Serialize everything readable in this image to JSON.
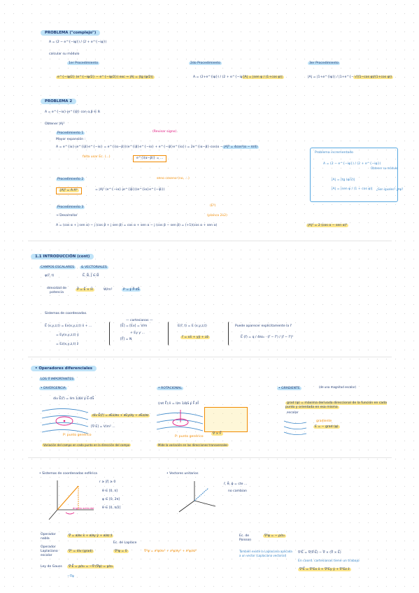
{
  "sec1": {
    "title": "PROBLEMA (\"complejo\")",
    "eq_a": "A = (2 − e^{−iφ}) / (2 + e^{−iφ})",
    "calc": "calcular su módulo",
    "p1_label": "1er Procedimiento",
    "p1_expr": "e^{−iφ/2} (e^{−iφ/2} − e^{−iφ/2}) exc  →  |A| = |tg (φ/2)|",
    "p2_label": "2do Procedimiento",
    "p2_expr": "A = (2+e^{iφ}) / (2 + e^{−iφ}) · ...",
    "p2_res": "|A| = |sen φ / (1+cos φ)|",
    "p3_label": "3er Procedimiento",
    "p3_expr": "|A| = |1+e^{iφ}| / |1+e^{−iφ}| · ...",
    "p3_res": "√((1−cos φ)/(1+cos φ))"
  },
  "sec2": {
    "title": "PROBLEMA 2",
    "eq_a": "A = e^{−iα}·je^{iβ}  con α,β ∈ ℝ",
    "obtain": "Obtener |A|²",
    "proc1": "Procedimiento 1",
    "proc1_sub": "Mayor expansión :",
    "proc1_expr": "A = e^{iα}·je^{iβ}e^{−iα} = e^{i(α−β)}(e^{iβ}e^{−iα} + e^{−iβ}e^{iα}) = 2e^{iα−β}·cos(α − π/4)",
    "proc1_res": "|A|² = 4cos²(α − π/4)",
    "note_signo": "(Revisar signo)",
    "note_quitar": "falta usar Ec. (...)",
    "proc1_box": "e^{i(α−β)} = ...",
    "proc2": "Procedimiento 2",
    "proc2_expr": "|A|² = A·A*",
    "proc2_rest": "= |A|² (e^{−iα}·je^{iβ})(e^{iα}e^{−iβ})",
    "proc2_note": "seno coseno (no, ...)",
    "proc3": "Procedimiento 3",
    "proc3_sub": "→ Desarrollar",
    "proc3_note": "(E²)",
    "proc3_note2": "(planca 2x2)",
    "proc3_expr": "A = (cos α + j sen α) − j (cos β + j sen β) = cos α + sen α − j (cos β − sen β) = (+1)(cos α + sen α)",
    "proc3_res": "|A|² = 2 (cos α − sen α)²"
  },
  "side": {
    "title": "Problema incrementado",
    "eq": "A = (2 − e^{−iφ}) / (2 + e^{−iφ})",
    "obtain": "Obtener su módulo",
    "r1": "|A| = |tg (φ/2)|",
    "r2": "|A| = |sen φ / (1 + cos φ)|",
    "r2_note": "¿Son iguales? ¿∀φ?"
  },
  "sec3": {
    "title": "1.1 INTRODUCCIÓN (cont)",
    "campos": "CAMPOS ESCALARES",
    "vect": "& VECTORIALES",
    "campos_ex": "φ(r⃗, t)",
    "vect_ex": "E⃗, B⃗, J⃗ ∈ B⃗",
    "dens": "densidad de potencia",
    "dens_expr": "P⃗ = E⃗ × H⃗",
    "dens_units": "W/m²",
    "flux": "P = ∮ P⃗·dS⃗",
    "sist": "Sistemas de coordenadas",
    "col_head": "— cartesianas —",
    "c1": "E⃗ (x,y,z,t) = Ex(x,y,z,t) x̂ + ...",
    "c2": "= Ey(x,y,z,t) ŷ",
    "c3": "= Ez(x,y,z,t) ẑ",
    "c4": "[E⃗] = [Ex] = V/m",
    "c5": "+ Ey y ...",
    "c6": "[F⃗] = N",
    "c7": "E(r⃗, t) = E (x,y,z,t)",
    "c8": "r⃗ = xx̂ + yŷ + zẑ",
    "c9": "Puede aparecer explícitamente la r⃗",
    "c10": "E⃗ (r⃗) = q / 4πε₀ · (r⃗ − r⃗') / |r⃗ − r⃗'|³"
  },
  "sec4": {
    "title": "• Operadores diferenciales",
    "los": "LOS ∇ IMPORTANTES",
    "div": "• DIVERGENCIA",
    "div_def": "div E⃗(r⃗) = lím 1/ΔV ∮ E⃗·dS⃗",
    "div_expr": "div E⃗(r⃗) = ∂Ex/∂x + ∂Ey/∂y + ∂Ez/∂z",
    "div_units": "[∇·E] = V/m² ...",
    "div_label": "P: punto genérico",
    "div_foot": "Variación del campo en cada punto en la dirección del campo",
    "rot": "• ROTACIONAL",
    "rot_def": "(rot F⃗)·n̂ = lím 1/ΔS ∮ F⃗·dl⃗",
    "rot_expr": "∇ × F⃗",
    "rot_label": "P: punto genérico",
    "rot_foot": "Mide la variación en las direcciones transversales",
    "grad": "• GRADIENTE",
    "grad_note": "(de una magnitud escalar)",
    "grad_def": "grad (φ) = máxima derivada direccional de la función en cada punto y orientada en esa misma",
    "grad_escalar": "escalar",
    "grad_res": "E = − grad (φ)",
    "grad_label": "gradiente"
  },
  "sec5": {
    "esf": "• Sistemas de coordenadas esférica",
    "r": "r ≥ |r⃗| ≥ 0",
    "th": "θ ∈ [0, π]",
    "ph": "φ ∈ [0, 2π]",
    "ph2": "θ ∈ [0, π/2]",
    "angle": "ángulo azimutal",
    "unit": "• Vectores unitarios",
    "unit_ex": "r̂, θ̂, φ̂ = cte ...",
    "unit_ex2": "no cambian"
  },
  "sec6": {
    "nabla": "Operador nabla",
    "nabla_expr": "∇⃗ = ∂/∂x x̂ + ∂/∂y ŷ + ∂/∂z ẑ",
    "lap": "Operador Laplaciano escalar",
    "lap_expr": "∇² = div (grad)",
    "lap_note": "Ec. de Laplace",
    "lap_eq": "∇²φ = 0",
    "lap_exp": "∇²φ = ∂²φ/∂x² + ∂²φ/∂y² + ∂²φ/∂z²",
    "gauss": "Ley de Gauss",
    "gauss_expr": "∇⃗·E⃗ = ρ/ε₀ = −∇⃗·(∇⃗φ) = ρ/ε₀",
    "gauss_res": "−∇φ",
    "poisson": "Ec. de Poisson",
    "poisson_eq": "∇²φ = − ρ/ε₀",
    "vec_lap": "También existe la Laplaciana aplicada a un vector (Laplaciana vectorial)",
    "vec_eq": "∇²E⃗ = ∇⃗(∇⃗·E⃗) − ∇⃗ × (∇⃗ × E⃗)",
    "vec_cart": "En coord. cartesianas tiene un trabajo",
    "vec_cart_eq": "∇²E⃗ = ∇²Ex x̂ + ∇²Ey ŷ + ∇²Ez ẑ"
  }
}
